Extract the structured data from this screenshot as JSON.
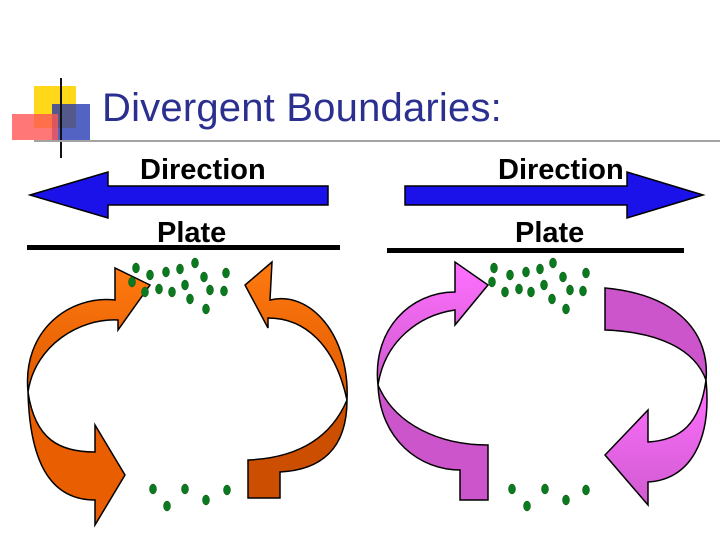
{
  "slide": {
    "title": "Divergent Boundaries:"
  },
  "diagram": {
    "left": {
      "direction_label": "Direction",
      "plate_label": "Plate",
      "arrow_points": "left",
      "arrow_color": "#1a12e8",
      "current_colors": [
        "#ff6a00",
        "#cc4e00"
      ]
    },
    "right": {
      "direction_label": "Direction",
      "plate_label": "Plate",
      "arrow_points": "right",
      "arrow_color": "#1a12e8",
      "current_colors": [
        "#ff66ff",
        "#cc55cc"
      ]
    },
    "magma_dot_color": "#0a7a1e"
  }
}
